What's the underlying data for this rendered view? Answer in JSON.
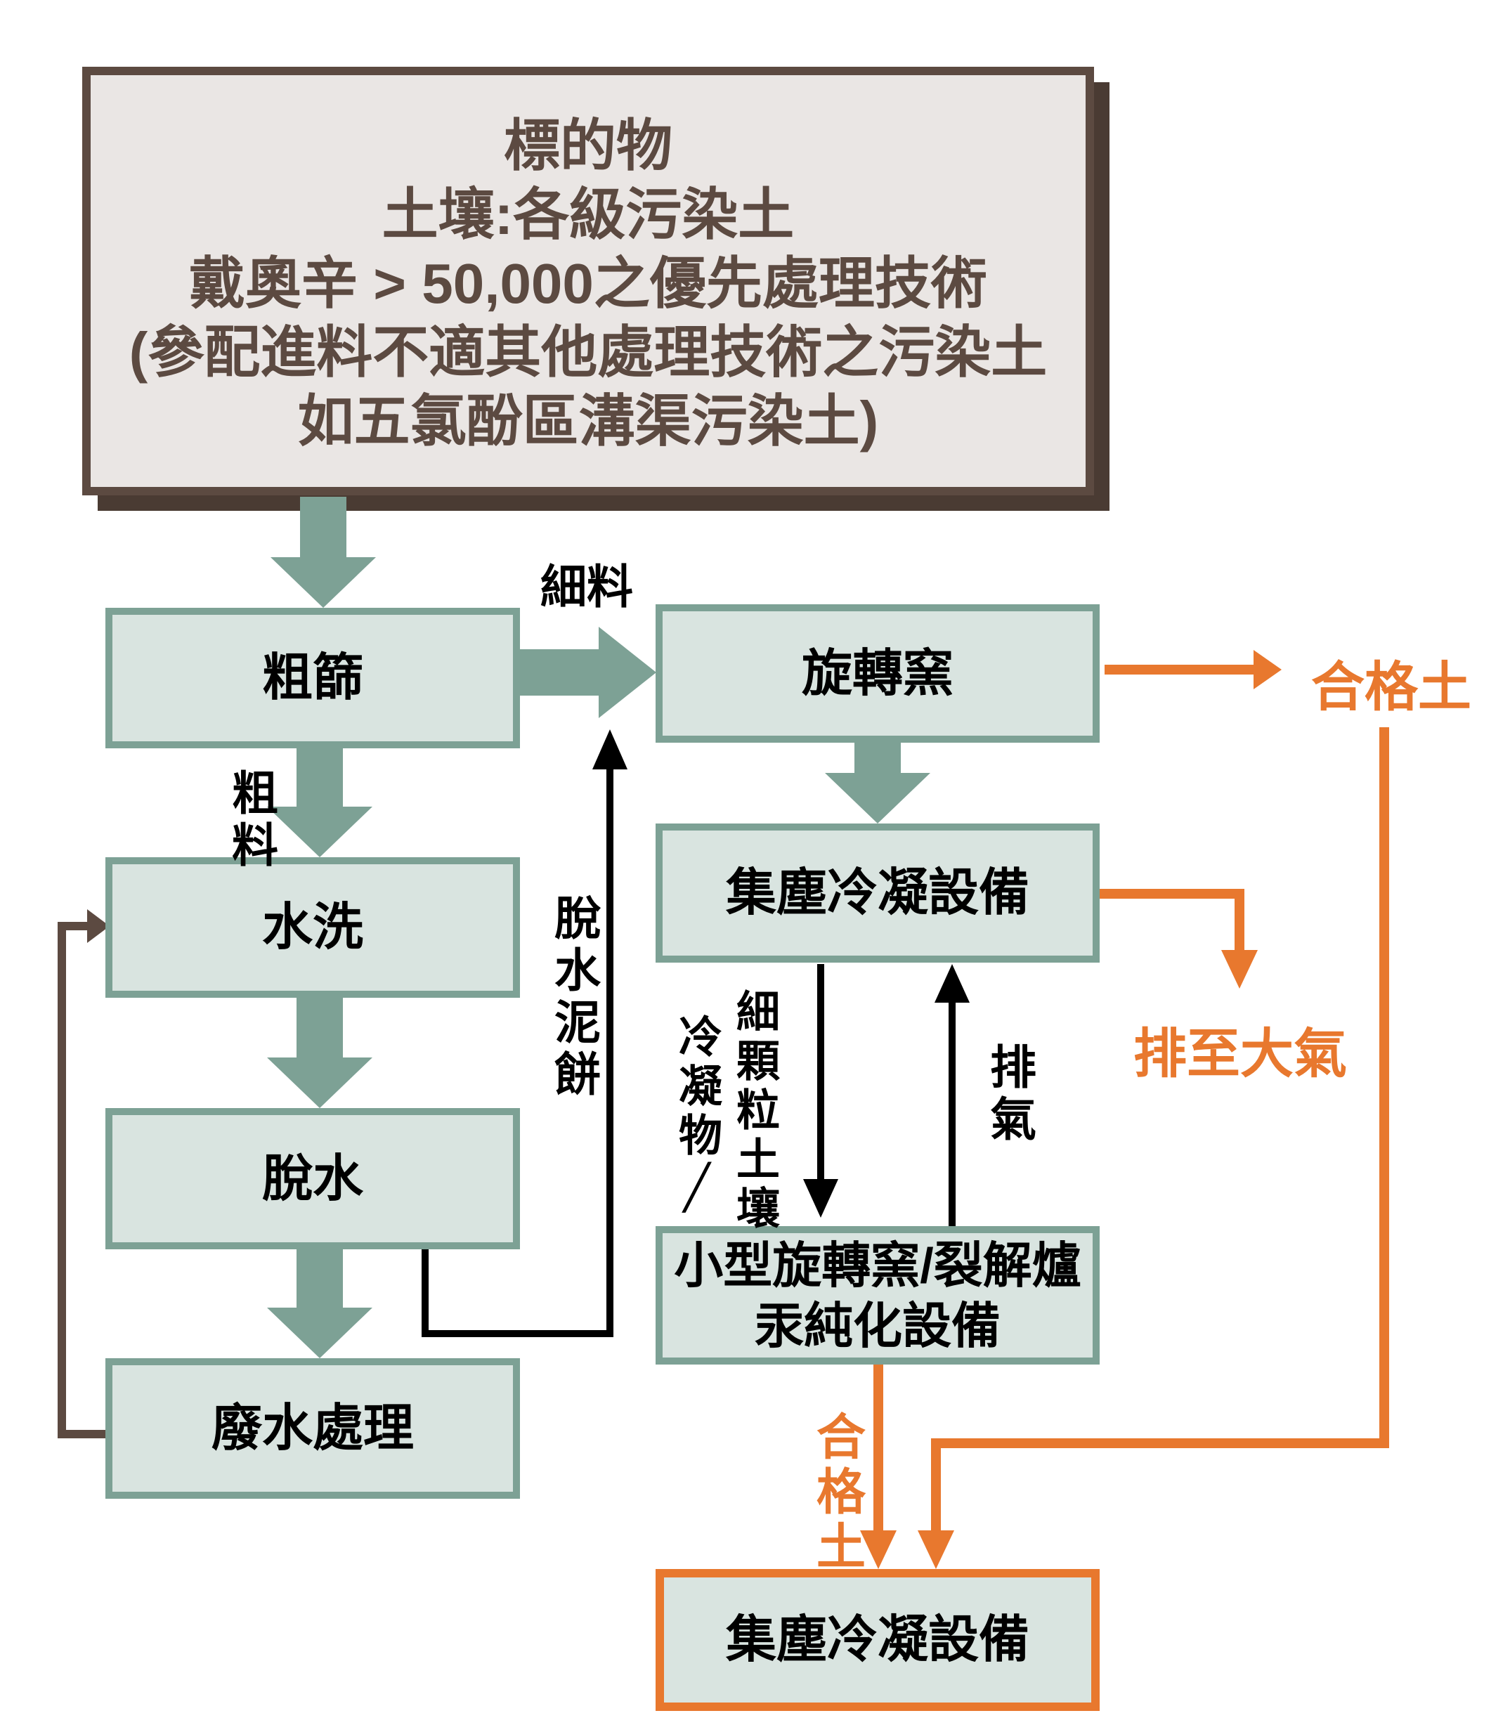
{
  "diagram": {
    "target_box": {
      "line1": "標的物",
      "line2": "土壤:各級污染土",
      "line3": "戴奧辛 > 50,000之優先處理技術",
      "line4": "(參配進料不適其他處理技術之污染土",
      "line5": "如五氯酚區溝渠污染土)"
    },
    "boxes": {
      "coarse_screen": "粗篩",
      "water_wash": "水洗",
      "dewater": "脫水",
      "wastewater_treatment": "廢水處理",
      "rotary_kiln": "旋轉窯",
      "dust_condenser": "集塵冷凝設備",
      "small_kiln_line1": "小型旋轉窯/裂解爐",
      "small_kiln_line2": "汞純化設備",
      "dust_condenser_bottom": "集塵冷凝設備"
    },
    "flow_labels": {
      "fine_material": "細料",
      "coarse_material": "粗料",
      "dewatered_sludge_cake": "脫水泥餅",
      "condensate": "冷凝物╱",
      "fine_particle_soil": "細顆粒土壤",
      "exhaust_gas": "排氣",
      "qualified_soil_top": "合格土",
      "discharge_to_atmosphere": "排至大氣",
      "qualified_soil_bottom": "合格土"
    },
    "colors": {
      "box_fill": "#d9e4e0",
      "box_border": "#7da195",
      "arrow_green": "#7da195",
      "orange": "#e8782e",
      "brown": "#5c4a41",
      "brown_shadow": "#4a3b33",
      "title_fill": "#eae6e4",
      "black": "#000000"
    }
  }
}
